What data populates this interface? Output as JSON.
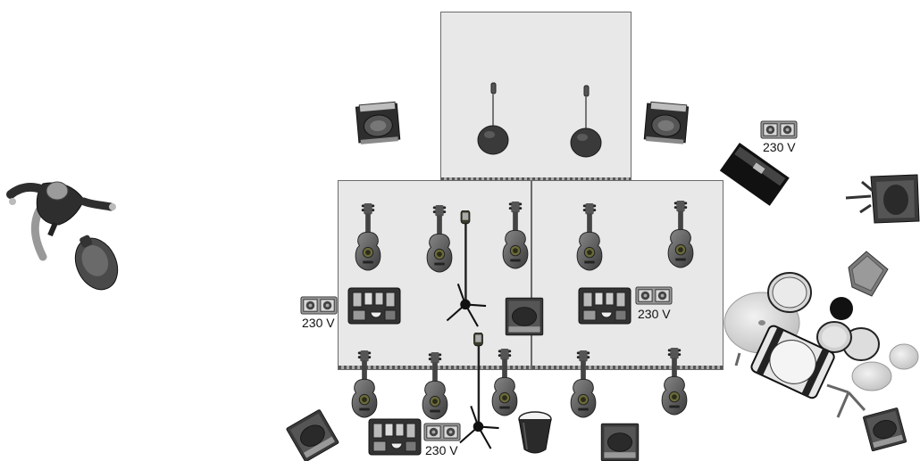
{
  "stage_plot": {
    "outlets": [
      {
        "id": "outlet-left",
        "label": "230 V"
      },
      {
        "id": "outlet-center",
        "label": "230 V"
      },
      {
        "id": "outlet-bottom",
        "label": "230 V"
      },
      {
        "id": "outlet-top-right",
        "label": "230 V"
      }
    ],
    "colors": {
      "riser": "#e8e8e8",
      "riser_border": "#6a6a6a",
      "equipment_dark": "#333333",
      "equipment_mid": "#888888"
    },
    "icons": [
      "microphone-stand-icon",
      "boom-mic-stand-icon",
      "wedge-monitor-icon",
      "guitar-icon",
      "pedalboard-icon",
      "power-outlet-icon",
      "amplifier-icon",
      "drum-kit-icon",
      "cymbal-icon",
      "conga-drum-icon",
      "musician-figure-icon"
    ]
  }
}
